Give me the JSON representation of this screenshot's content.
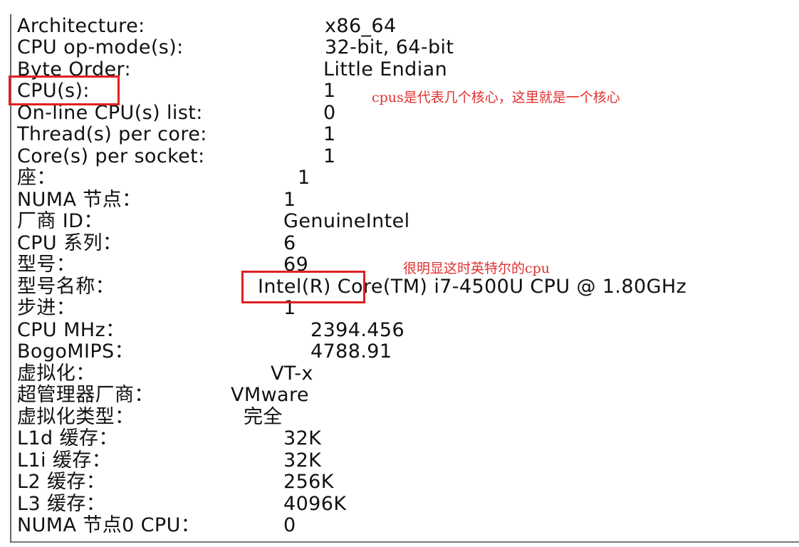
{
  "rows": [
    {
      "label": "Architecture:",
      "value": "x86_64"
    },
    {
      "label": "CPU op-mode(s):",
      "value": "32-bit, 64-bit"
    },
    {
      "label": "Byte Order:",
      "value": "Little Endian"
    },
    {
      "label": "CPU(s):",
      "value": "1"
    },
    {
      "label": "On-line CPU(s) list:",
      "value": "0"
    },
    {
      "label": "Thread(s) per core:",
      "value": "1"
    },
    {
      "label": "Core(s) per socket:",
      "value": "1"
    },
    {
      "label": "座：",
      "value": "1"
    },
    {
      "label": "NUMA 节点：",
      "value": "1"
    },
    {
      "label": "厂商 ID：",
      "value": "GenuineIntel"
    },
    {
      "label": "CPU 系列：",
      "value": "6"
    },
    {
      "label": "型号：",
      "value": "69"
    },
    {
      "label": "型号名称：",
      "value": "Intel(R) Core(TM) i7-4500U CPU @ 1.80GHz"
    },
    {
      "label": "步进：",
      "value": "1"
    },
    {
      "label": "CPU MHz：",
      "value": "2394.456"
    },
    {
      "label": "BogoMIPS：",
      "value": "4788.91"
    },
    {
      "label": "虚拟化：",
      "value": "VT-x"
    },
    {
      "label": "超管理器厂商：",
      "value": "VMware"
    },
    {
      "label": "虚拟化类型：",
      "value": "完全"
    },
    {
      "label": "L1d 缓存：",
      "value": "32K"
    },
    {
      "label": "L1i 缓存：",
      "value": "32K"
    },
    {
      "label": "L2 缓存：",
      "value": "256K"
    },
    {
      "label": "L3 缓存：",
      "value": "4096K"
    },
    {
      "label": "NUMA 节点0 CPU：",
      "value": "0"
    }
  ],
  "annotations": {
    "cpus_note": "cpus是代表几个核心，这里就是一个核心",
    "intel_note": "很明显这时英特尔的cpu"
  },
  "colors": {
    "highlight": "#e02020",
    "annotation_text": "#e03030",
    "terminal_text": "#111111"
  }
}
